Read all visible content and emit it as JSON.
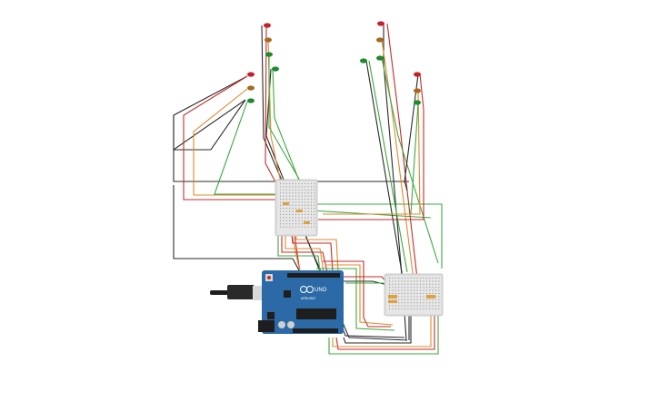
{
  "board": {
    "brand_label": "UNO",
    "logo_label": "ARDUINO",
    "colors": {
      "pcb": "#2b6aa6",
      "usb": "#d9d9d9",
      "jack": "#1e1e1e"
    }
  },
  "leds": {
    "colors": {
      "red": "#c8202a",
      "amber": "#a8681a",
      "green": "#1d8a2c"
    },
    "groups": [
      {
        "name": "traffic-light-left",
        "lights": [
          "red",
          "amber",
          "green"
        ]
      },
      {
        "name": "traffic-light-top-center",
        "lights": [
          "red",
          "amber",
          "green",
          "green"
        ]
      },
      {
        "name": "traffic-light-top-right",
        "lights": [
          "red",
          "amber",
          "green",
          "green"
        ]
      },
      {
        "name": "traffic-light-right",
        "lights": [
          "red",
          "amber",
          "green"
        ]
      }
    ]
  },
  "resistors": {
    "color": "#e0a040",
    "count": 6
  },
  "wires": {
    "colors": {
      "black": "#2a2a2a",
      "red": "#c62a2a",
      "orange": "#e0892b",
      "green": "#3ea83e",
      "dark_gray": "#444444"
    }
  }
}
